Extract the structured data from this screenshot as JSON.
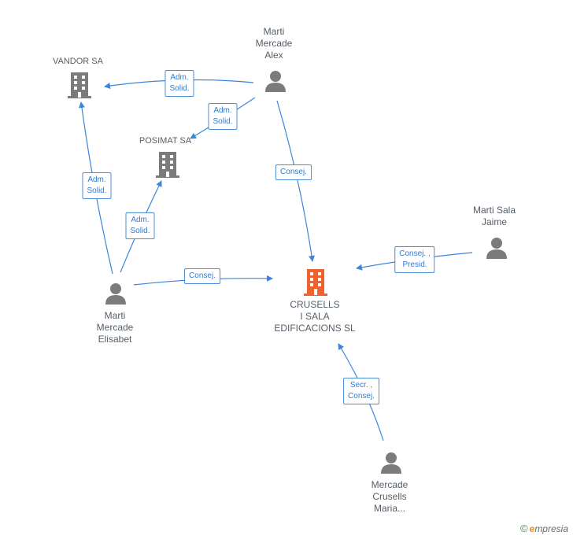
{
  "nodes": {
    "vandor": {
      "label": "VANDOR SA",
      "icon": "building-icon"
    },
    "posimat": {
      "label": "POSIMAT SA",
      "icon": "building-icon"
    },
    "crusells": {
      "label": "CRUSELLS\nI SALA\nEDIFICACIONS SL",
      "icon": "building-icon",
      "color": "#f0622d"
    },
    "alex": {
      "label": "Marti\nMercade\nAlex",
      "icon": "person-icon"
    },
    "jaime": {
      "label": "Marti Sala\nJaime",
      "icon": "person-icon"
    },
    "elisabet": {
      "label": "Marti\nMercade\nElisabet",
      "icon": "person-icon"
    },
    "maria": {
      "label": "Mercade\nCrusells\nMaria...",
      "icon": "person-icon"
    }
  },
  "edges": {
    "alex_vandor": "Adm.\nSolid.",
    "alex_posimat": "Adm.\nSolid.",
    "alex_crusells": "Consej.",
    "elisabet_vandor": "Adm.\nSolid.",
    "elisabet_posimat": "Adm.\nSolid.",
    "elisabet_crusells": "Consej.",
    "jaime_crusells": "Consej. ,\nPresid.",
    "maria_crusells": "Secr. ,\nConsej."
  },
  "colors": {
    "edge": "#3b86d8",
    "icon": "#7b7b7b",
    "focus": "#f0622d"
  },
  "brand": {
    "copyright": "©",
    "e": "e",
    "rest": "mpresia"
  }
}
